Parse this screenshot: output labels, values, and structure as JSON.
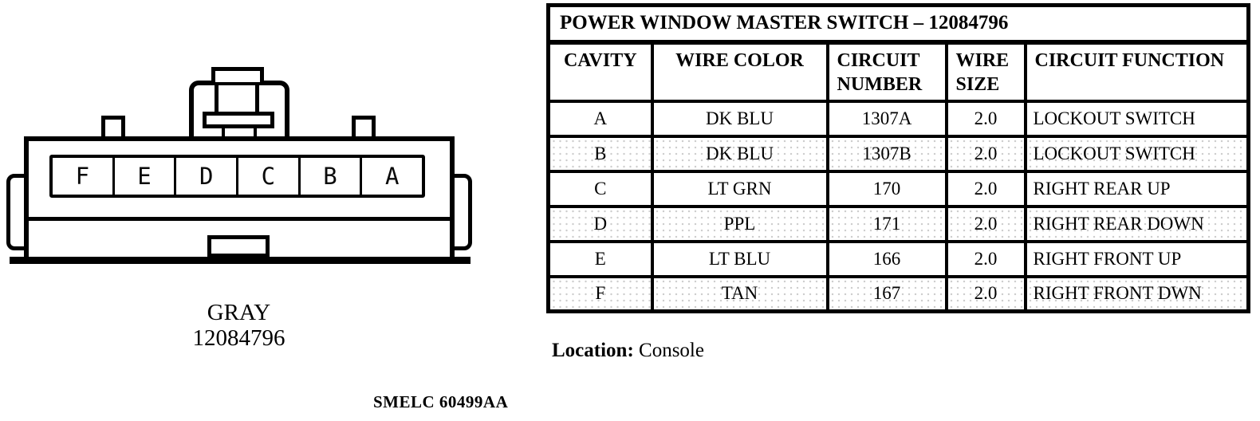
{
  "connector": {
    "cavities": [
      "F",
      "E",
      "D",
      "C",
      "B",
      "A"
    ],
    "color_label": "GRAY",
    "part_number": "12084796"
  },
  "table": {
    "title": "POWER WINDOW MASTER SWITCH – 12084796",
    "columns": [
      "CAVITY",
      "WIRE COLOR",
      "CIRCUIT NUMBER",
      "WIRE SIZE",
      "CIRCUIT FUNCTION"
    ],
    "rows": [
      {
        "cavity": "A",
        "wire_color": "DK BLU",
        "circuit_number": "1307A",
        "wire_size": "2.0",
        "circuit_function": "LOCKOUT SWITCH"
      },
      {
        "cavity": "B",
        "wire_color": "DK BLU",
        "circuit_number": "1307B",
        "wire_size": "2.0",
        "circuit_function": "LOCKOUT SWITCH"
      },
      {
        "cavity": "C",
        "wire_color": "LT GRN",
        "circuit_number": "170",
        "wire_size": "2.0",
        "circuit_function": "RIGHT REAR UP"
      },
      {
        "cavity": "D",
        "wire_color": "PPL",
        "circuit_number": "171",
        "wire_size": "2.0",
        "circuit_function": "RIGHT REAR DOWN"
      },
      {
        "cavity": "E",
        "wire_color": "LT BLU",
        "circuit_number": "166",
        "wire_size": "2.0",
        "circuit_function": "RIGHT FRONT UP"
      },
      {
        "cavity": "F",
        "wire_color": "TAN",
        "circuit_number": "167",
        "wire_size": "2.0",
        "circuit_function": "RIGHT FRONT DWN"
      }
    ]
  },
  "location": {
    "label": "Location:",
    "value": "Console"
  },
  "footer": {
    "code": "SMELC 60499AA"
  },
  "colors": {
    "ink": "#000000",
    "paper": "#ffffff"
  }
}
